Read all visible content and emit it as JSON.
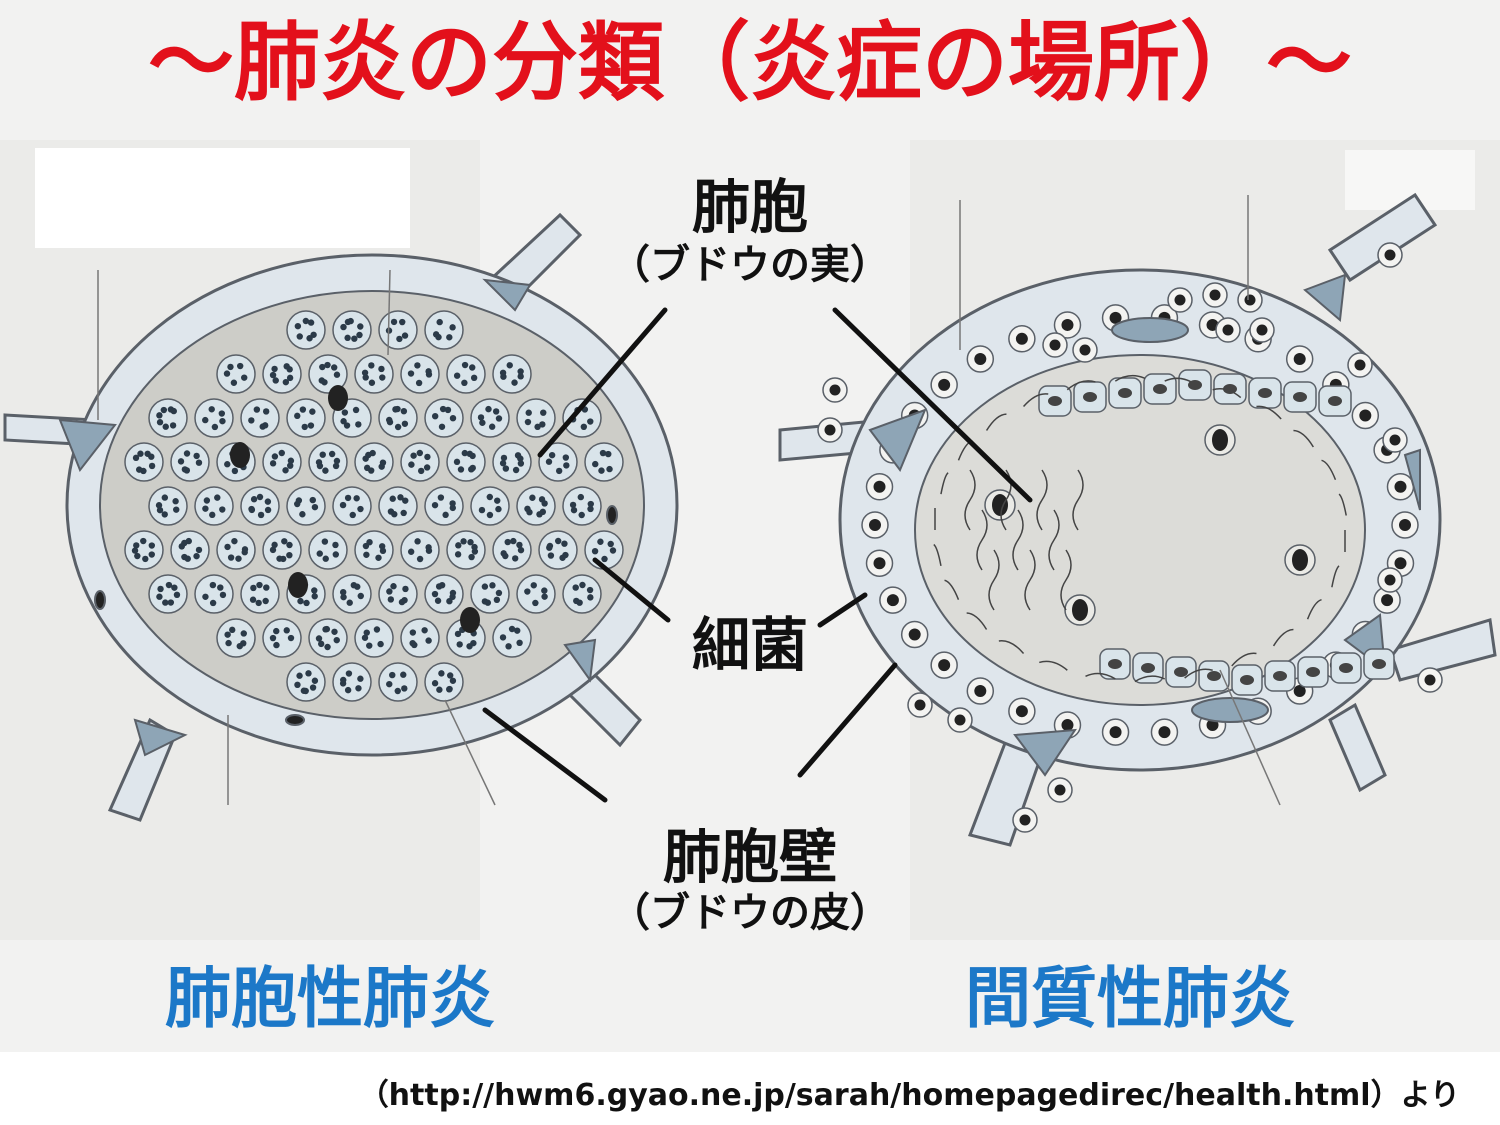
{
  "title": "〜肺炎の分類（炎症の場所）〜",
  "labels": {
    "alveolus": "肺胞",
    "alveolus_sub": "（ブドウの実）",
    "bacteria": "細菌",
    "alveolar_wall": "肺胞壁",
    "alveolar_wall_sub": "（ブドウの皮）"
  },
  "captions": {
    "left": "肺胞性肺炎",
    "right": "間質性肺炎"
  },
  "source": "（http://hwm6.gyao.ne.jp/sarah/homepagedirec/health.html）より",
  "colors": {
    "title": "#e3101b",
    "caption": "#1c78c8",
    "wall_fill": "#dfe6ec",
    "wall_stroke": "#5a6068",
    "lumen": "#cdcdc8",
    "cell_fill": "#d9e4ea",
    "cell_dark": "#8ea5b6",
    "nucleus": "#222222"
  }
}
